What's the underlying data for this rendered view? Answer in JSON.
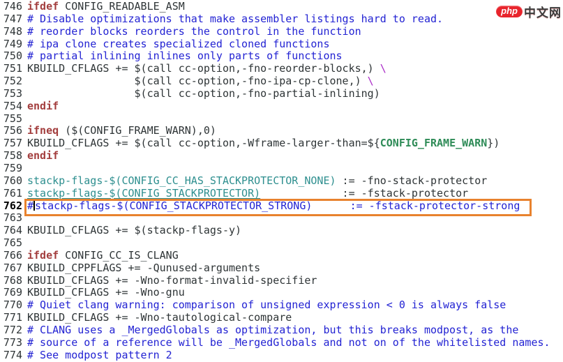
{
  "colors": {
    "plain": "#2e3436",
    "keyword": "#a33e3e",
    "comment": "#2323d3",
    "teal": "#2e8f8f",
    "green": "#2e8b57",
    "purple": "#aa2cc8",
    "box": "#e8822e",
    "logo": "#e8242c"
  },
  "logo": {
    "badge": "php",
    "text": "中文网"
  },
  "highlight_box": {
    "line": "762"
  },
  "editor": {
    "file_type": "makefile",
    "lines": [
      {
        "num": "746",
        "seg": [
          {
            "s": "k",
            "t": "ifdef"
          },
          {
            "s": "p",
            "t": " CONFIG_READABLE_ASM"
          }
        ]
      },
      {
        "num": "747",
        "seg": [
          {
            "s": "c",
            "t": "# Disable optimizations that make assembler listings hard to read."
          }
        ]
      },
      {
        "num": "748",
        "seg": [
          {
            "s": "c",
            "t": "# reorder blocks reorders the control in the function"
          }
        ]
      },
      {
        "num": "749",
        "seg": [
          {
            "s": "c",
            "t": "# ipa clone creates specialized cloned functions"
          }
        ]
      },
      {
        "num": "750",
        "seg": [
          {
            "s": "c",
            "t": "# partial inlining inlines only parts of functions"
          }
        ]
      },
      {
        "num": "751",
        "seg": [
          {
            "s": "p",
            "t": "KBUILD_CFLAGS += $(call cc-option,-fno-reorder-blocks,) "
          },
          {
            "s": "b",
            "t": "\\"
          }
        ]
      },
      {
        "num": "752",
        "seg": [
          {
            "s": "p",
            "t": "                 $(call cc-option,-fno-ipa-cp-clone,) "
          },
          {
            "s": "b",
            "t": "\\"
          }
        ]
      },
      {
        "num": "753",
        "seg": [
          {
            "s": "p",
            "t": "                 $(call cc-option,-fno-partial-inlining)"
          }
        ]
      },
      {
        "num": "754",
        "seg": [
          {
            "s": "k",
            "t": "endif"
          }
        ]
      },
      {
        "num": "755",
        "seg": []
      },
      {
        "num": "756",
        "seg": [
          {
            "s": "k",
            "t": "ifneq"
          },
          {
            "s": "p",
            "t": " ($(CONFIG_FRAME_WARN),0)"
          }
        ]
      },
      {
        "num": "757",
        "seg": [
          {
            "s": "p",
            "t": "KBUILD_CFLAGS += $(call cc-option,-Wframe-larger-than=${"
          },
          {
            "s": "g",
            "t": "CONFIG_FRAME_WARN"
          },
          {
            "s": "p",
            "t": "})"
          }
        ]
      },
      {
        "num": "758",
        "seg": [
          {
            "s": "k",
            "t": "endif"
          }
        ]
      },
      {
        "num": "759",
        "seg": []
      },
      {
        "num": "760",
        "seg": [
          {
            "s": "t",
            "t": "stackp-flags-$(CONFIG_CC_HAS_STACKPROTECTOR_NONE)"
          },
          {
            "s": "p",
            "t": " := -fno-stack-protector"
          }
        ]
      },
      {
        "num": "761",
        "seg": [
          {
            "s": "tu",
            "t": "stackp-flags-$(CONFIG_STACKPROTECTOR)"
          },
          {
            "s": "p",
            "t": "             := -fstack-protector"
          }
        ]
      },
      {
        "num": "762",
        "emph": true,
        "boxed": true,
        "seg": [
          {
            "s": "c",
            "t": "#"
          },
          {
            "s": "cur",
            "t": ""
          },
          {
            "s": "c",
            "t": "stackp-flags-$(CONFIG_STACKPROTECTOR_STRONG)      := -fstack-protector-strong"
          }
        ]
      },
      {
        "num": "763",
        "seg": []
      },
      {
        "num": "764",
        "seg": [
          {
            "s": "p",
            "t": "KBUILD_CFLAGS += $(stackp-flags-y)"
          }
        ]
      },
      {
        "num": "765",
        "seg": []
      },
      {
        "num": "766",
        "seg": [
          {
            "s": "k",
            "t": "ifdef"
          },
          {
            "s": "p",
            "t": " CONFIG_CC_IS_CLANG"
          }
        ]
      },
      {
        "num": "767",
        "seg": [
          {
            "s": "p",
            "t": "KBUILD_CPPFLAGS += -Qunused-arguments"
          }
        ]
      },
      {
        "num": "768",
        "seg": [
          {
            "s": "p",
            "t": "KBUILD_CFLAGS += -Wno-format-invalid-specifier"
          }
        ]
      },
      {
        "num": "769",
        "seg": [
          {
            "s": "p",
            "t": "KBUILD_CFLAGS += -Wno-gnu"
          }
        ]
      },
      {
        "num": "770",
        "seg": [
          {
            "s": "c",
            "t": "# Quiet clang warning: comparison of unsigned expression < 0 is always false"
          }
        ]
      },
      {
        "num": "771",
        "seg": [
          {
            "s": "p",
            "t": "KBUILD_CFLAGS += -Wno-tautological-compare"
          }
        ]
      },
      {
        "num": "772",
        "seg": [
          {
            "s": "c",
            "t": "# CLANG uses a _MergedGlobals as optimization, but this breaks modpost, as the"
          }
        ]
      },
      {
        "num": "773",
        "seg": [
          {
            "s": "c",
            "t": "# source of a reference will be _MergedGlobals and not on of the whitelisted names."
          }
        ]
      },
      {
        "num": "774",
        "seg": [
          {
            "s": "c",
            "t": "# See modpost pattern 2"
          }
        ]
      }
    ]
  }
}
